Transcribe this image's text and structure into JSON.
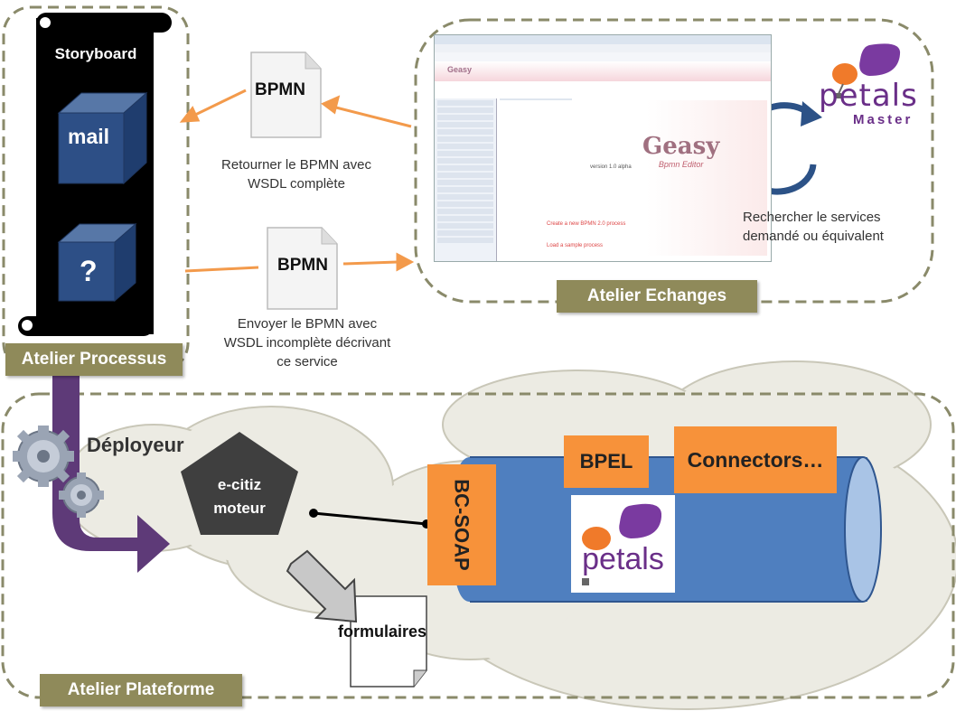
{
  "colors": {
    "dash": "#8a8a6a",
    "olive": "#8f8a5a",
    "orange": "#f7923a",
    "arrow_orange": "#f39a4b",
    "cube_blue": "#2d4f86",
    "pipe_blue": "#4f7fbf",
    "purple": "#5e3a78",
    "petals_purple": "#7a3aa0"
  },
  "workshops": {
    "processus": "Atelier Processus",
    "echanges": "Atelier Echanges",
    "plateforme": "Atelier Plateforme"
  },
  "storyboard": {
    "title": "Storyboard",
    "cube_top": "mail",
    "cube_bottom": "?"
  },
  "documents": {
    "bpmn_return": "BPMN",
    "bpmn_send": "BPMN",
    "formulaires": "formulaires"
  },
  "captions": {
    "return_line1": "Retourner le BPMN  avec",
    "return_line2": "WSDL complète",
    "send_line1": "Envoyer le BPMN avec",
    "send_line2": "WSDL incomplète décrivant",
    "send_line3": "ce service",
    "search_line1": "Rechercher le services",
    "search_line2": "demandé ou équivalent"
  },
  "petals_master": {
    "word": "petals",
    "sub": "Master"
  },
  "screenshot": {
    "app": "Geasy",
    "app_sub": "Bpmn Editor",
    "version": "version 1.0 alpha",
    "create": "Create a new BPMN 2.0 process",
    "load": "Load a sample process"
  },
  "platform": {
    "deployer": "Déployeur",
    "engine_line1": "e-citiz",
    "engine_line2": "moteur",
    "bc_soap": "BC-SOAP",
    "bpel": "BPEL",
    "connectors": "Connectors…",
    "petals_logo": "petals"
  }
}
